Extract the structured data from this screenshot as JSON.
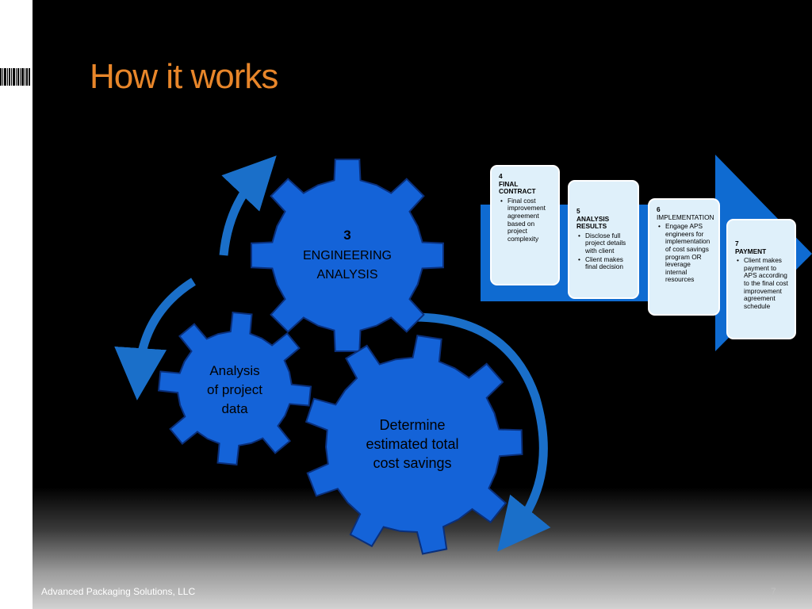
{
  "slide": {
    "title": "How it works",
    "footer": "Advanced Packaging Solutions, LLC",
    "page_number": "7"
  },
  "gears": {
    "engineering": {
      "number": "3",
      "line1": "ENGINEERING",
      "line2": "ANALYSIS"
    },
    "analysis": {
      "line1": "Analysis",
      "line2": "of project",
      "line3": "data"
    },
    "savings": {
      "line1": "Determine",
      "line2": "estimated total",
      "line3": "cost savings"
    }
  },
  "steps": [
    {
      "number": "4",
      "title": "FINAL CONTRACT",
      "bullets": [
        "Final cost improvement agreement based on project complexity"
      ]
    },
    {
      "number": "5",
      "title": "ANALYSIS RESULTS",
      "bullets": [
        "Disclose full project details with client",
        "Client makes final decision"
      ]
    },
    {
      "number": "6",
      "title": "IMPLEMENTATION",
      "bullets": [
        "Engage APS engineers for implementation of cost savings program OR leverage internal resources"
      ]
    },
    {
      "number": "7",
      "title": "PAYMENT",
      "bullets": [
        "Client makes payment to APS according to the final cost improvement agreement schedule"
      ]
    }
  ],
  "colors": {
    "title": "#e8862a",
    "gear_fill": "#1463d8",
    "gear_stroke": "#0a2f7a",
    "arrow": "#1a6fc9",
    "card_fill": "#dff0fa",
    "band": "#0f6bd1"
  }
}
